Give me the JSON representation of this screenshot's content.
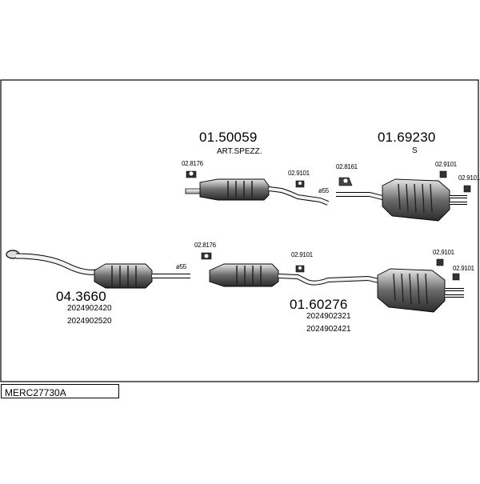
{
  "diagram": {
    "code": "MERC27730A",
    "upper_row": {
      "part1": {
        "number": "01.50059",
        "note": "ART.SPEZZ."
      },
      "part2": {
        "number": "01.69230",
        "note": "S"
      },
      "clamp_a": "02.8176",
      "clamp_b": "02.9101",
      "clamp_c": "02.8161",
      "clamp_d": "02.9101",
      "clamp_e": "02.9101",
      "pipe_diameter": "ø55"
    },
    "lower_row": {
      "part1": {
        "number": "04.3660",
        "oem1": "2024902420",
        "oem2": "2024902520"
      },
      "part2": {
        "number": "01.60276",
        "oem1": "2024902321",
        "oem2": "2024902421"
      },
      "clamp_a": "02.8176",
      "clamp_b": "02.9101",
      "clamp_c": "02.9101",
      "clamp_d": "02.9101",
      "pipe_diameter": "ø55"
    }
  }
}
